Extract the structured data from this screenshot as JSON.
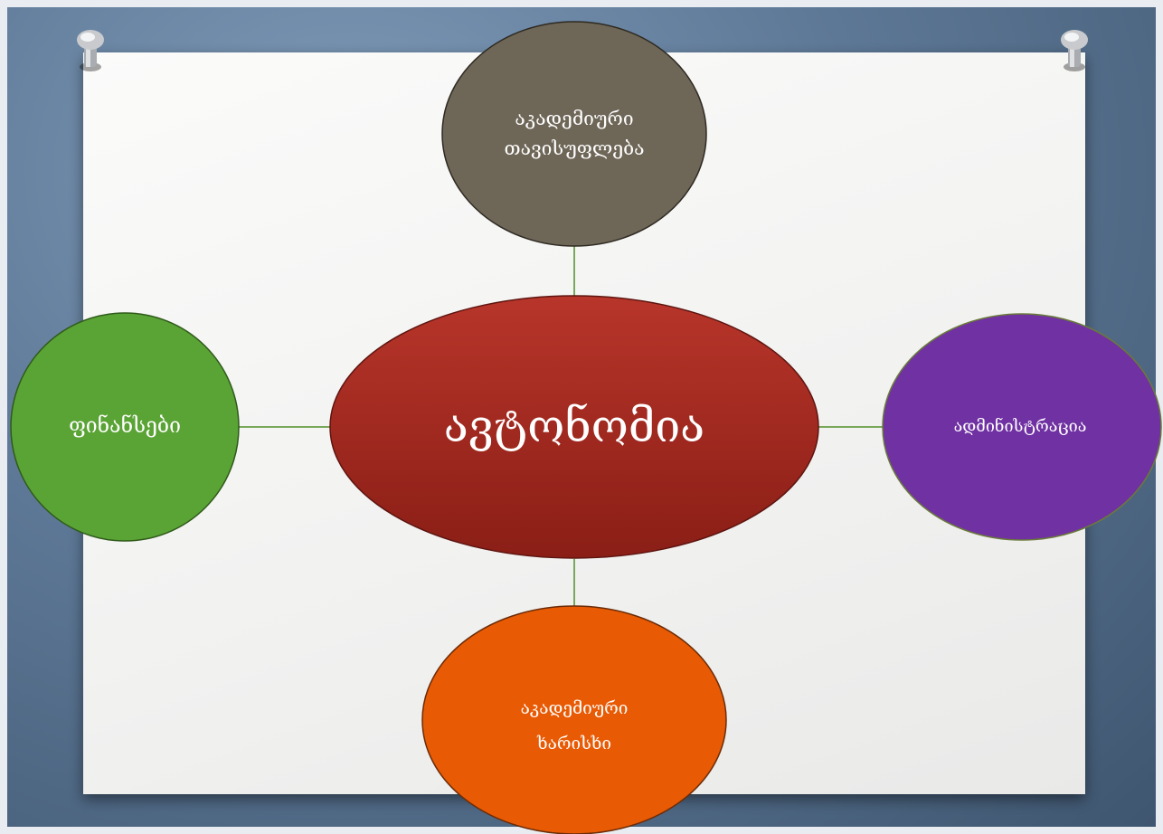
{
  "diagram": {
    "center": {
      "label": "ავტონომია",
      "color": "#a82a1f"
    },
    "top": {
      "line1": "აკადემიური",
      "line2": "თავისუფლება",
      "color": "#6e6657"
    },
    "left": {
      "label": "ფინანსები",
      "color": "#5aa335"
    },
    "right": {
      "label": "ადმინისტრაცია",
      "color": "#7031a3"
    },
    "bottom": {
      "line1": "აკადემიური",
      "line2": "ხარისხი",
      "color": "#e85a04"
    },
    "connector_color": "#7aa85a"
  }
}
